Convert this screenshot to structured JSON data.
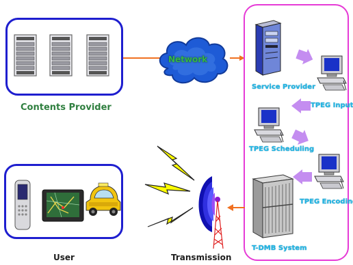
{
  "labels": {
    "contents_provider": "Contents Provider",
    "network": "Network",
    "service_provider": "Service Provider",
    "tpeg_input": "TPEG Input",
    "tpeg_scheduling": "TPEG Scheduling",
    "tpeg_encoding": "TPEG Encoding",
    "tdmb_system": "T-DMB System",
    "user": "User",
    "transmission": "Transmission"
  },
  "colors": {
    "provider_box_border": "#1e1ecf",
    "system_box_border": "#e63ad6",
    "connector": "#f07020",
    "cloud": "#1e5bd6",
    "step_arrow": "#c48df0",
    "label_green": "#2f7f3f",
    "label_cyan": "#22b7e5"
  },
  "icons": {
    "servers": "server-rack-icon",
    "cloud": "cloud-icon",
    "computer": "desktop-computer-icon",
    "tower": "broadcast-tower-icon",
    "phone": "mobile-phone-icon",
    "navigator": "car-navigation-icon",
    "car": "car-icon",
    "lightning": "lightning-bolt-icon"
  }
}
